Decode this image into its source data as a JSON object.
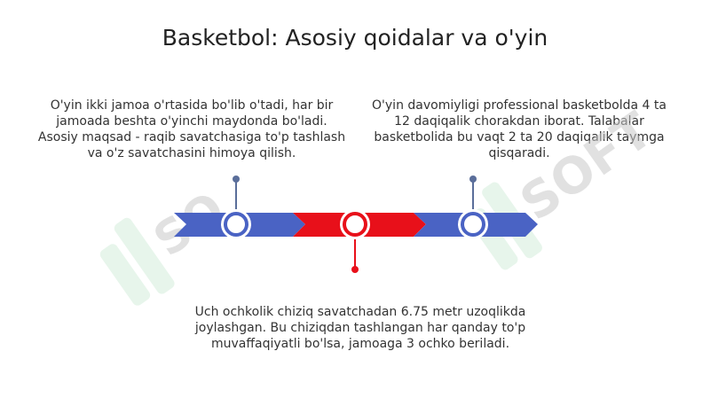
{
  "title": "Basketbol: Asosiy qoidalar va o'yin",
  "points": [
    {
      "text": "O'yin ikki jamoa o'rtasida bo'lib o'tadi, har bir jamoada beshta o'yinchi maydonda bo'ladi. Asosiy maqsad - raqib savatchasiga to'p tashlash va o'z savatchasini himoya qilish.",
      "color": "#4a63c4"
    },
    {
      "text": "O'yin davomiyligi professional basketbolda 4 ta 12 daqiqalik chorakdan iborat. Talabalar basketbolida bu vaqt 2 ta 20 daqiqalik taymga qisqaradi.",
      "color": "#4a63c4"
    },
    {
      "text": "Uch ochkolik chiziq savatchadan 6.75 metr uzoqlikda joylashgan. Bu chiziqdan tashlangan har qanday to'p muvaffaqiyatli bo'lsa, jamoaga 3 ochko beriladi.",
      "color": "#e8101a"
    }
  ],
  "colors": {
    "blue": "#4a63c4",
    "red": "#e8101a",
    "watermark": "#cfe8d6"
  }
}
